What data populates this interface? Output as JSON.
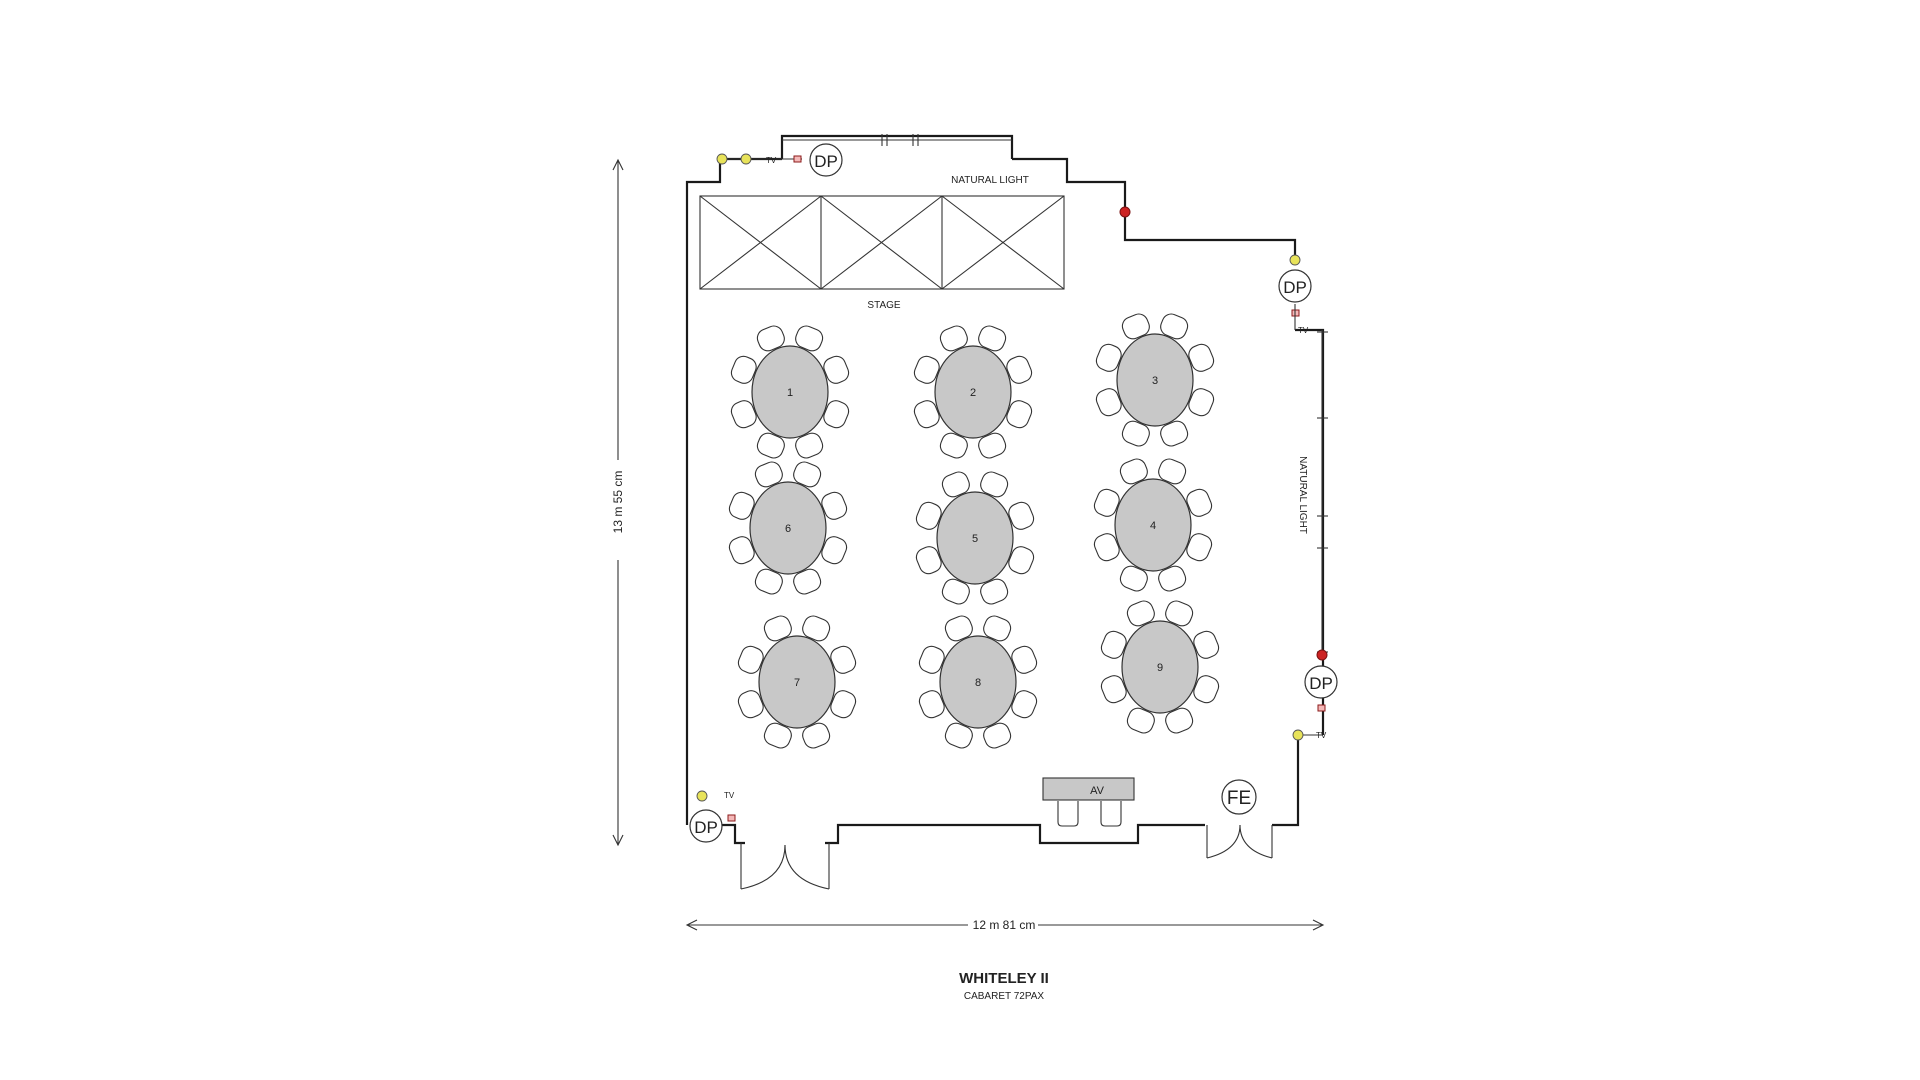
{
  "room": {
    "title": "WHITELEY II",
    "subtitle": "CABARET 72PAX"
  },
  "dimensions": {
    "height": "13 m 55 cm",
    "width": "12 m 81 cm"
  },
  "labels": {
    "natural_light_top": "NATURAL LIGHT",
    "natural_light_right": "NATURAL LIGHT",
    "stage": "STAGE",
    "av": "AV",
    "fire_extinguisher": "FE",
    "power": "DP",
    "tv": "TV"
  },
  "tables": [
    {
      "number": "1",
      "chairs": 8
    },
    {
      "number": "2",
      "chairs": 8
    },
    {
      "number": "3",
      "chairs": 8
    },
    {
      "number": "4",
      "chairs": 8
    },
    {
      "number": "5",
      "chairs": 8
    },
    {
      "number": "6",
      "chairs": 8
    },
    {
      "number": "7",
      "chairs": 8
    },
    {
      "number": "8",
      "chairs": 8
    },
    {
      "number": "9",
      "chairs": 8
    }
  ],
  "colors": {
    "table_fill": "#c8c8c8",
    "outlet": "#e8e35a",
    "sensor": "#cc2222",
    "wall": "#1a1a1a"
  }
}
